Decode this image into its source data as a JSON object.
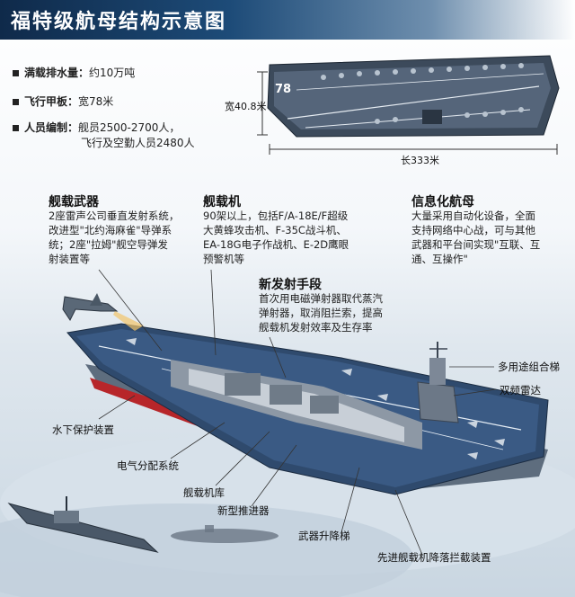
{
  "title": "福特级航母结构示意图",
  "specs": [
    {
      "label": "满载排水量：",
      "value": "约10万吨"
    },
    {
      "label": "飞行甲板：",
      "value": "宽78米"
    },
    {
      "label": "人员编制：",
      "value": "舰员2500-2700人，"
    }
  ],
  "specs_extra": "飞行及空勤人员2480人",
  "top_view": {
    "width_label": "宽40.8米",
    "length_label": "长333米",
    "hull_number": "78"
  },
  "sections": {
    "weapons": {
      "title": "舰载武器",
      "lines": [
        "2座雷声公司垂直发射系统，",
        "改进型\"北约海麻雀\"导弹系",
        "统；2座\"拉姆\"舰空导弹发",
        "射装置等"
      ]
    },
    "aircraft": {
      "title": "舰载机",
      "lines": [
        "90架以上，包括F/A-18E/F超级",
        "大黄蜂攻击机、F-35C战斗机、",
        "EA-18G电子作战机、E-2D鹰眼",
        "预警机等"
      ]
    },
    "info": {
      "title": "信息化航母",
      "lines": [
        "大量采用自动化设备，全面",
        "支持网络中心战，可与其他",
        "武器和平台间实现\"互联、互",
        "通、互操作\""
      ]
    },
    "launch": {
      "title": "新发射手段",
      "lines": [
        "首次用电磁弹射器取代蒸汽",
        "弹射器，取消阻拦索，提高",
        "舰载机发射效率及生存率"
      ]
    }
  },
  "callouts": {
    "multi_lift": "多用途组合梯",
    "dual_radar": "双频雷达",
    "underwater": "水下保护装置",
    "power": "电气分配系统",
    "hangar": "舰载机库",
    "propulsion": "新型推进器",
    "weapon_lift": "武器升降梯",
    "arrest": "先进舰载机降落拦截装置"
  }
}
